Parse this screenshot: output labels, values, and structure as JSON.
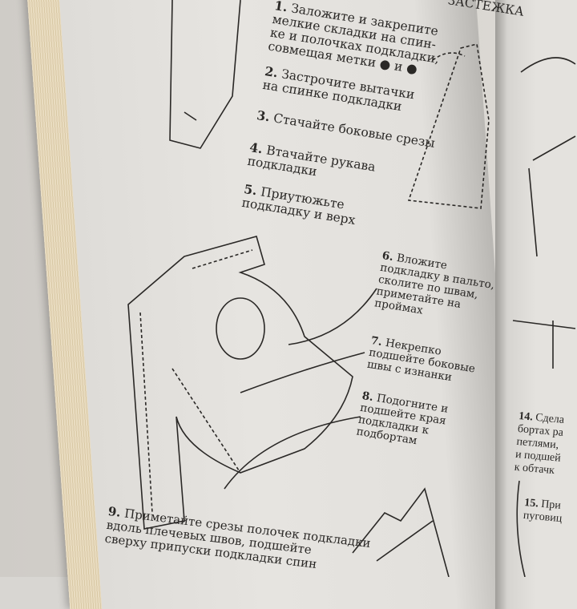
{
  "header": {
    "title": "ЗАСТЕЖКА"
  },
  "steps": [
    {
      "num": "1.",
      "lines": [
        "Заложите и закрепите",
        "мелкие складки на спин-",
        "ке и полочках подкладки,",
        "совмещая метки ● и ●"
      ]
    },
    {
      "num": "2.",
      "lines": [
        "Застрочите вытачки",
        "на спинке подкладки"
      ]
    },
    {
      "num": "3.",
      "lines": [
        "Стачайте боковые срезы"
      ]
    },
    {
      "num": "4.",
      "lines": [
        "Втачайте рукава",
        "подкладки"
      ]
    },
    {
      "num": "5.",
      "lines": [
        "Приутюжьте",
        "подкладку и верх"
      ]
    },
    {
      "num": "6.",
      "lines": [
        "Вложите",
        "подкладку в пальто,",
        "сколите по швам,",
        "приметайте на",
        "проймах"
      ]
    },
    {
      "num": "7.",
      "lines": [
        "Некрепко",
        "подшейте боковые",
        "швы с изнанки"
      ]
    },
    {
      "num": "8.",
      "lines": [
        "Подогните и",
        "подшейте края",
        "подкладки к",
        "подбортам"
      ]
    },
    {
      "num": "9.",
      "lines": [
        "Приметайте срезы полочек подкладки",
        "вдоль плечевых швов, подшейте",
        "сверху припуски подкладки спин"
      ]
    }
  ],
  "right_page": {
    "steps": [
      {
        "num": "14.",
        "lines": [
          "Сдела",
          "бортах ра",
          "петлями,",
          "и подшей",
          "к обтачк"
        ]
      },
      {
        "num": "15.",
        "lines": [
          "При",
          "пуговиц"
        ]
      }
    ]
  }
}
